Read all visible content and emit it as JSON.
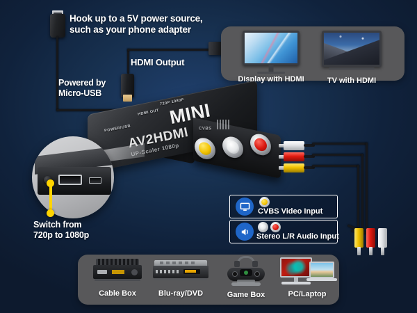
{
  "theme": {
    "bg_dark": "#0d1a2e",
    "bg_glow": "#20406e",
    "panel_gray": "#58585a",
    "accent_yellow": "#ffd400",
    "accent_blue": "#1f66c8",
    "rca_yellow": "#f2c200",
    "rca_white": "#f2f2f2",
    "rca_red": "#d9180f"
  },
  "callouts": {
    "power_source": "Hook up to a 5V power source,\nsuch as your phone adapter",
    "powered_by": "Powered by\nMicro-USB",
    "hdmi_output": "HDMI Output",
    "switch_resolution": "Switch from\n720p to 1080p"
  },
  "device": {
    "brand": "MINI",
    "model": "AV2HDMI",
    "subtitle": "UP-Scaler 1080p",
    "port_labels": {
      "power": "POWER/USB",
      "hdmi": "HDMI OUT",
      "switch": "720P 1080P",
      "cvbs": "CVBS"
    },
    "jacks": [
      {
        "name": "video",
        "color": "#f2c200"
      },
      {
        "name": "audio-left",
        "color": "#f2f2f2"
      },
      {
        "name": "audio-right",
        "color": "#d9180f"
      }
    ]
  },
  "output_panel": {
    "items": [
      {
        "label": "Display with HDMI",
        "icon": "monitor-icon"
      },
      {
        "label": "TV with HDMI",
        "icon": "tv-icon"
      }
    ]
  },
  "input_legend": [
    {
      "label": "CVBS Video Input",
      "icon": "monitor-icon",
      "dots": [
        {
          "color": "#f2c200"
        }
      ]
    },
    {
      "label": "Stereo L/R Audio Input",
      "icon": "speaker-icon",
      "dots": [
        {
          "color": "#f2f2f2"
        },
        {
          "color": "#d9180f"
        }
      ]
    }
  ],
  "source_panel": {
    "items": [
      {
        "label": "Cable Box",
        "icon": "cable-box-icon"
      },
      {
        "label": "Blu-ray/DVD",
        "icon": "bluray-player-icon"
      },
      {
        "label": "Game Box",
        "icon": "game-controller-icon"
      },
      {
        "label": "PC/Laptop",
        "icon": "computer-icon"
      }
    ]
  },
  "cables": {
    "usb": {
      "plug_a": "usb-a-plug",
      "plug_b": "micro-usb-plug"
    },
    "hdmi": {
      "plug_a": "hdmi-plug-device",
      "plug_b": "hdmi-plug-display"
    },
    "rca": [
      {
        "name": "audio-left",
        "color": "#f2f2f2"
      },
      {
        "name": "audio-right",
        "color": "#d9180f"
      },
      {
        "name": "video",
        "color": "#f2c200"
      }
    ]
  }
}
